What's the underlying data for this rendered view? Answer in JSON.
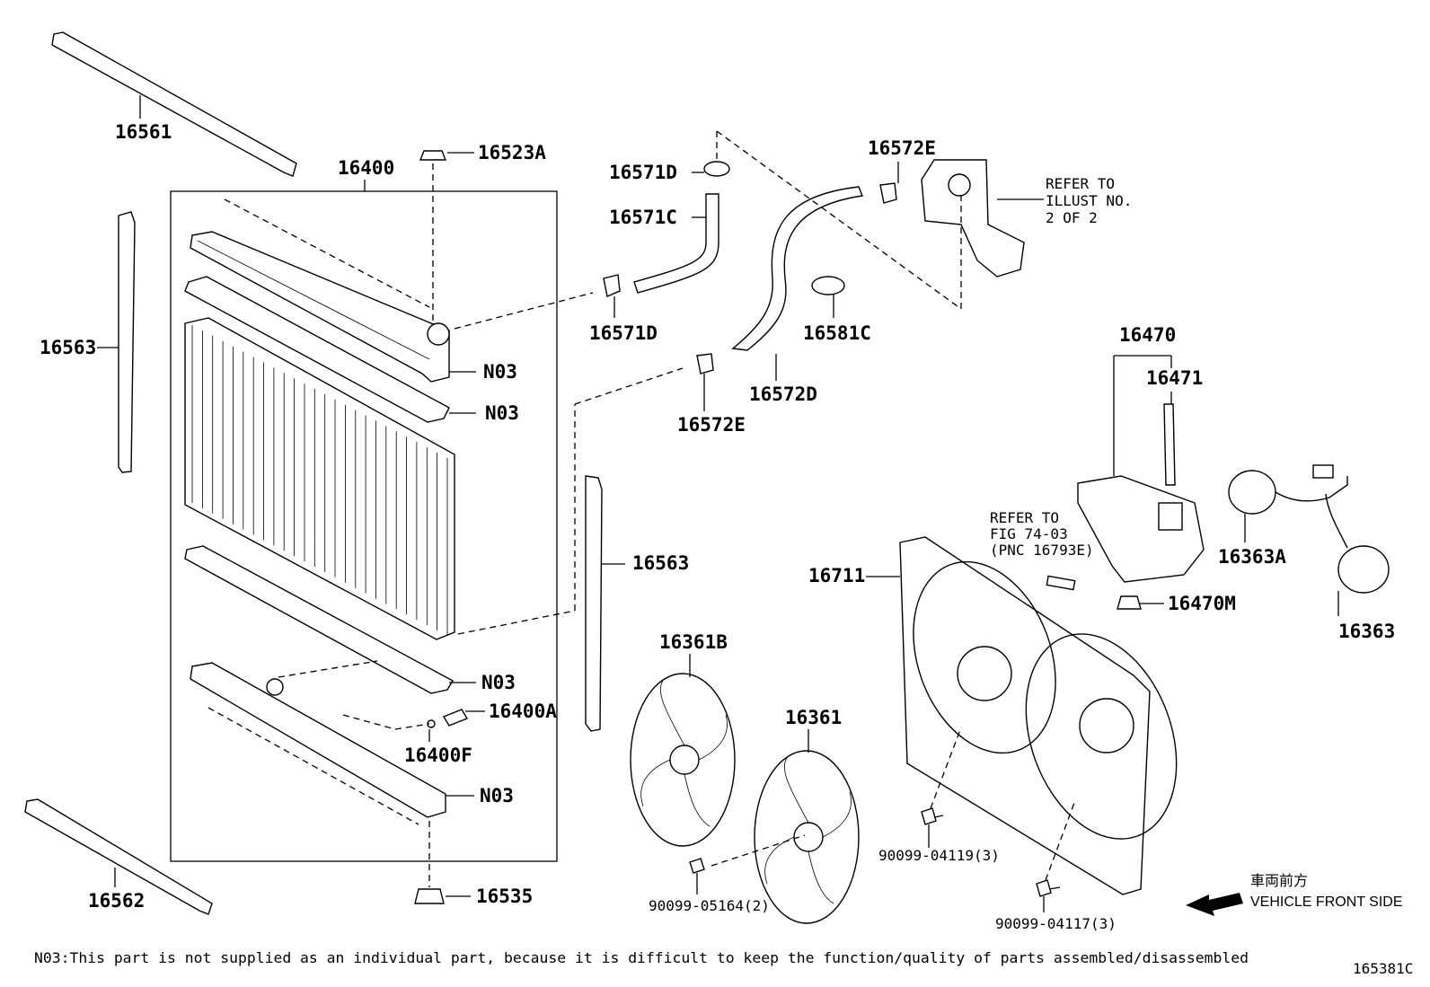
{
  "parts": {
    "p16561": "16561",
    "p16562": "16562",
    "p16563_left": "16563",
    "p16563_right": "16563",
    "p16400": "16400",
    "p16523A": "16523A",
    "n03_a": "N03",
    "n03_b": "N03",
    "n03_c": "N03",
    "n03_d": "N03",
    "p16400A": "16400A",
    "p16400F": "16400F",
    "p16535": "16535",
    "p16571D_top": "16571D",
    "p16571C": "16571C",
    "p16571D_bot": "16571D",
    "p16572E_top": "16572E",
    "p16572E_bot": "16572E",
    "p16572D": "16572D",
    "p16581C": "16581C",
    "p16470": "16470",
    "p16471": "16471",
    "p16470M": "16470M",
    "p16711": "16711",
    "p16363A": "16363A",
    "p16363": "16363",
    "p16361B": "16361B",
    "p16361": "16361",
    "p90099_05164": "90099-05164(2)",
    "p90099_04119": "90099-04119(3)",
    "p90099_04117": "90099-04117(3)"
  },
  "refer1": {
    "line1": "REFER TO",
    "line2": "ILLUST NO.",
    "line3": "2 OF 2"
  },
  "refer2": {
    "line1": "REFER TO",
    "line2": "FIG 74-03",
    "line3": "(PNC 16793E)"
  },
  "direction": {
    "japanese": "車両前方",
    "english": "VEHICLE FRONT SIDE"
  },
  "footnote": "N03:This part is not supplied as an individual part, because it is difficult to keep the function/quality of parts assembled/disassembled",
  "diagram_id": "165381C"
}
